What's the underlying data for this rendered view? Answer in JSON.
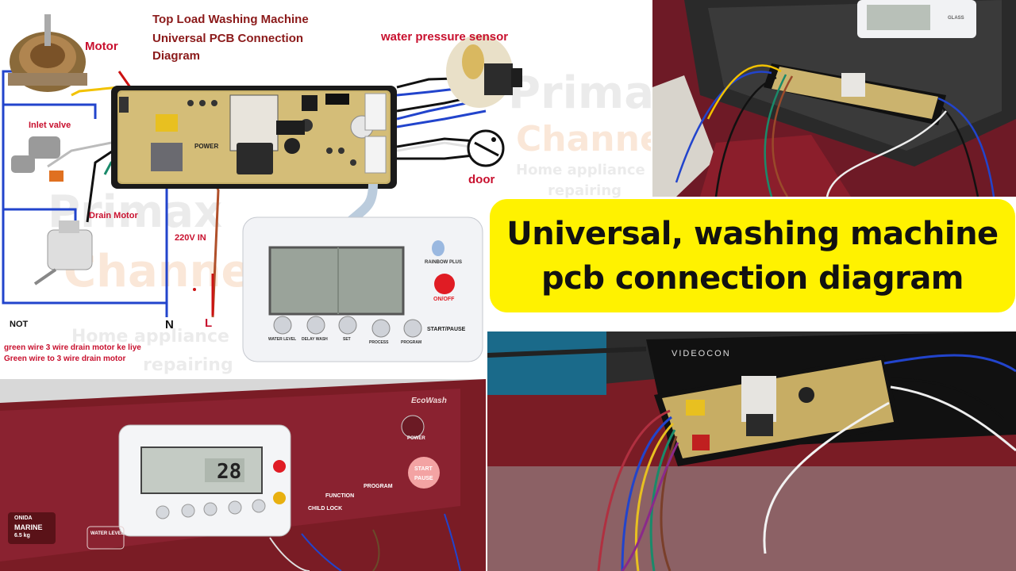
{
  "diagram": {
    "title_line1": "Top Load Washing Machine",
    "title_line2": "Universal PCB Connection",
    "title_line3": "Diagram",
    "label_motor": "Motor",
    "label_inlet_valve": "Inlet valve",
    "label_drain_motor": "Drain Motor",
    "label_water_pressure_sensor": "water pressure sensor",
    "label_door": "door",
    "label_220v": "220V IN",
    "label_n": "N",
    "label_l": "L",
    "label_not": "NOT",
    "note_line1": "green wire 3 wire drain motor ke liye",
    "note_line2": "Green wire to 3 wire drain motor",
    "board_power_label": "POWER",
    "watermark_line1": "Primax",
    "watermark_line2": "Channel",
    "watermark_line3": "Home appliance",
    "watermark_line4": "repairing"
  },
  "controller": {
    "brand": "RAINBOW PLUS",
    "on_off_label": "ON/OFF",
    "start_pause_label": "START/PAUSE",
    "buttons": [
      "WATER LEVEL",
      "DELAY WASH",
      "SET",
      "PROCESS",
      "PROGRAM"
    ]
  },
  "title_box": {
    "line1": "Universal, washing machine",
    "line2": "pcb connection diagram"
  },
  "photo_bottom_left": {
    "lcd_value": "28",
    "brand_logo": "EcoWash",
    "model_line1": "ONIDA",
    "model_line2": "MARINE",
    "model_line3": "6.5 kg",
    "water_level_label": "WATER LEVEL",
    "function_label": "FUNCTION",
    "program_label": "PROGRAM",
    "child_lock_label": "CHILD LOCK",
    "start_label": "START",
    "pause_label": "PAUSE",
    "power_label": "POWER"
  },
  "photo_bottom_right": {
    "brand": "VIDEOCON"
  },
  "photo_top_right": {
    "glass_label": "GLASS"
  },
  "colors": {
    "title_yellow": "#fff200",
    "diagram_wire_blue": "#2244cc",
    "diagram_wire_red": "#cc1111",
    "panel_maroon": "#7a1c25"
  }
}
